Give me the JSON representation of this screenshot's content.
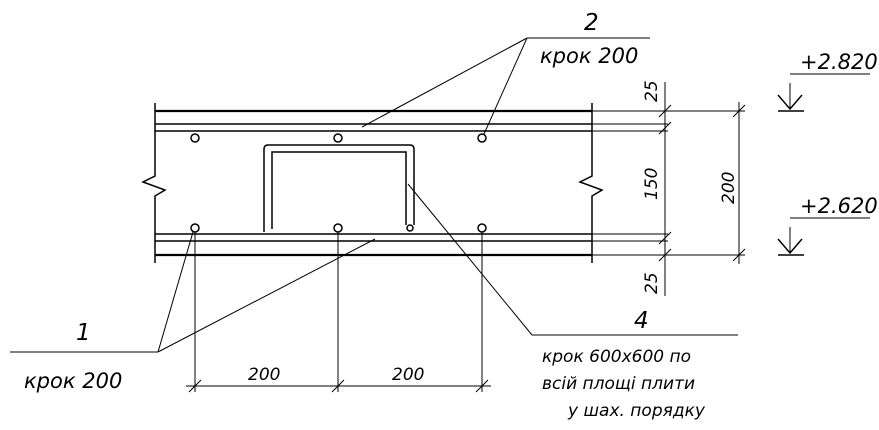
{
  "callouts": {
    "c1": {
      "number": "1",
      "spacing": "крок 200"
    },
    "c2": {
      "number": "2",
      "spacing": "крок 200"
    },
    "c4": {
      "number": "4",
      "lines": [
        "крок 600х600 по",
        "всій площі плити",
        "у шах. порядку"
      ]
    }
  },
  "elevations": {
    "top": "+2.820",
    "bottom": "+2.620"
  },
  "dimensions": {
    "cover_top": "25",
    "core": "150",
    "cover_bottom": "25",
    "total": "200",
    "bottom_left": "200",
    "bottom_right": "200"
  }
}
